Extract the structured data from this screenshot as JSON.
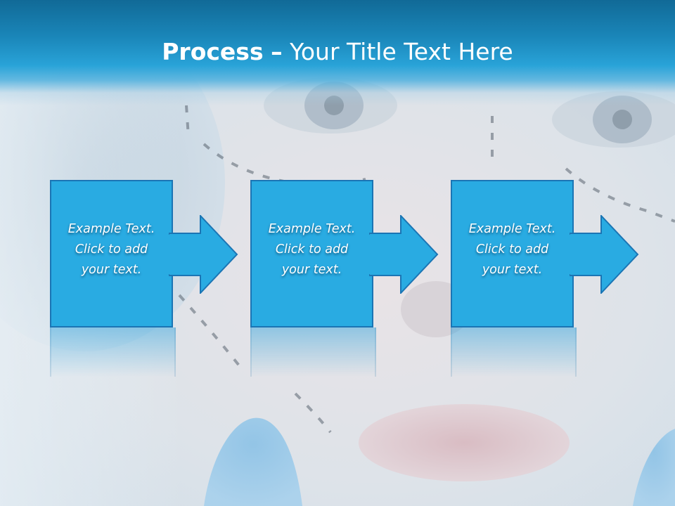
{
  "slide": {
    "title_bold": "Process",
    "title_dash": "–",
    "title_rest": "Your Title Text Here"
  },
  "steps": [
    {
      "line1": "Example Text.",
      "line2": "Click  to add",
      "line3": "your text."
    },
    {
      "line1": "Example Text.",
      "line2": "Click  to add",
      "line3": "your text."
    },
    {
      "line1": "Example Text.",
      "line2": "Click  to add",
      "line3": "your text."
    }
  ],
  "colors": {
    "header_dark": "#116a97",
    "header_light": "#29a3d8",
    "box_fill": "#29abe2",
    "box_border": "#1b75b4",
    "text": "#ffffff"
  }
}
